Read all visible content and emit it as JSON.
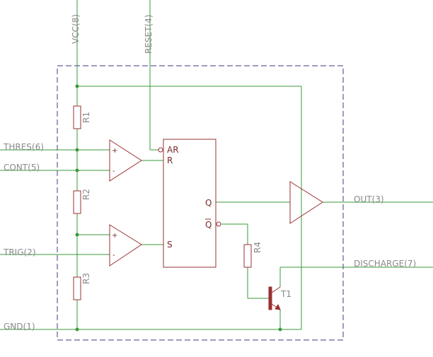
{
  "pins": {
    "vcc": "VCC(8)",
    "reset": "RESET(4)",
    "thres": "THRES(6)",
    "cont": "CONT(5)",
    "trig": "TRIG(2)",
    "gnd": "GND(1)",
    "out": "OUT(3)",
    "discharge": "DISCHARGE(7)"
  },
  "components": {
    "r1": "R1",
    "r2": "R2",
    "r3": "R3",
    "r4": "R4",
    "t1": "T1"
  },
  "flipflop": {
    "ar": "AR",
    "r": "R",
    "s": "S",
    "q": "Q",
    "qbar": "Q"
  },
  "comparator": {
    "plus": "+",
    "minus": "-"
  },
  "colors": {
    "wire": "#3a9a3a",
    "component": "#9a3030",
    "frame": "#3a3a8a",
    "label": "#8a8a8a"
  }
}
